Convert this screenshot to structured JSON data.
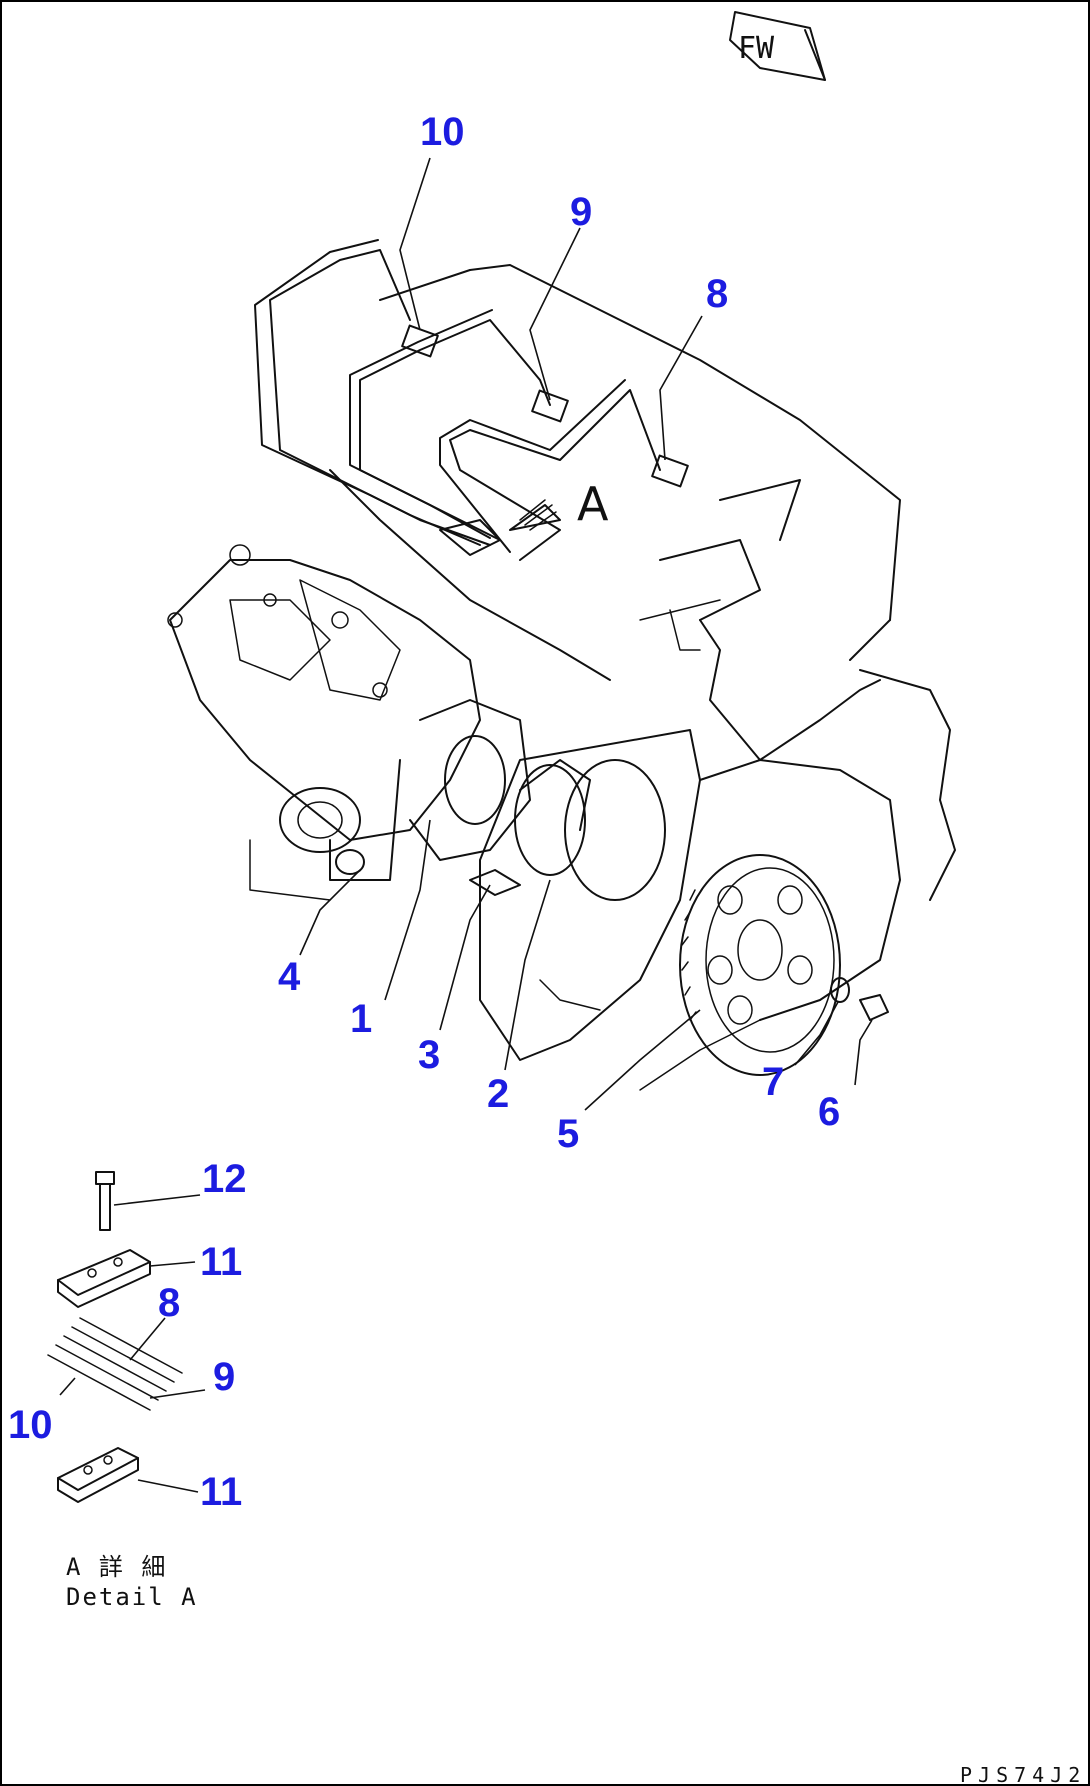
{
  "fw_badge": "FW",
  "section_mark": "A",
  "callouts": {
    "c1": "1",
    "c2": "2",
    "c3": "3",
    "c4": "4",
    "c5": "5",
    "c6": "6",
    "c7": "7",
    "c8": "8",
    "c9": "9",
    "c10": "10",
    "detail_c8": "8",
    "detail_c9": "9",
    "detail_c10": "10",
    "detail_c11_top": "11",
    "detail_c11_bottom": "11",
    "detail_c12": "12"
  },
  "detail_caption": {
    "jp": "A 詳 細",
    "en": "Detail A"
  },
  "drawing_id": "PJS74J2",
  "colors": {
    "callout": "#1c1ce0",
    "line": "#111111"
  }
}
